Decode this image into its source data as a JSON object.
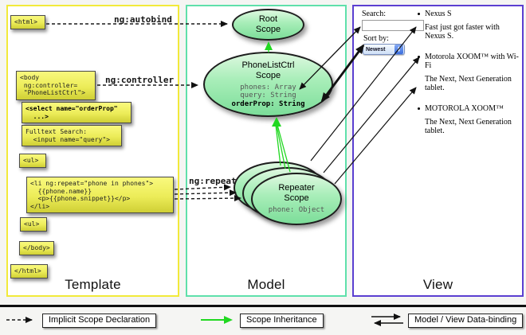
{
  "columns": {
    "template": "Template",
    "model": "Model",
    "view": "View"
  },
  "labels": {
    "ng_autobind": "ng:autobind",
    "ng_controller": "ng:controller",
    "ng_repeat": "ng:repeat"
  },
  "template_code": {
    "html_open": "<html>",
    "body_open": "<body\n ng:controller=\n \"PhoneListCtrl\">",
    "select": "<select name=\"orderProp\"\n  ...>",
    "fulltext": "Fulltext Search:\n  <input name=\"query\">",
    "ul_open": "<ul>",
    "li_repeat": "<li ng:repeat=\"phone in phones\">\n  {{phone.name}}\n  <p>{{phone.snippet}}</p>\n</li>",
    "ul_close": "<ul>",
    "body_close": "</body>",
    "html_close": "</html>"
  },
  "scopes": {
    "root": {
      "title": "Root\nScope"
    },
    "phonelist": {
      "title": "PhoneListCtrl\nScope",
      "props_gray": "phones: Array\nquery: String",
      "prop_bold": "orderProp: String"
    },
    "repeater": {
      "title": "Repeater\nScope",
      "prop": "phone: Object"
    }
  },
  "view": {
    "search_label": "Search:",
    "search_value": "",
    "sort_label": "Sort by:",
    "sort_value": "Newest",
    "bullets": [
      {
        "title": "Nexus S",
        "desc": "Fast just got faster with Nexus S."
      },
      {
        "title": "Motorola XOOM™ with Wi-Fi",
        "desc": "The Next, Next Generation tablet."
      },
      {
        "title": "MOTOROLA XOOM™",
        "desc": "The Next, Next Generation tablet."
      }
    ]
  },
  "legend": {
    "implicit": "Implicit Scope Declaration",
    "inheritance": "Scope Inheritance",
    "binding": "Model / View Data-binding"
  },
  "colors": {
    "template_border": "#f2ea3a",
    "model_border": "#5fe0ab",
    "view_border": "#5b3fd1",
    "code_box_yellow": "#ecec58",
    "scope_green": "#8ee6a5",
    "inheritance_green": "#21d821",
    "arrow_black": "#111111"
  }
}
